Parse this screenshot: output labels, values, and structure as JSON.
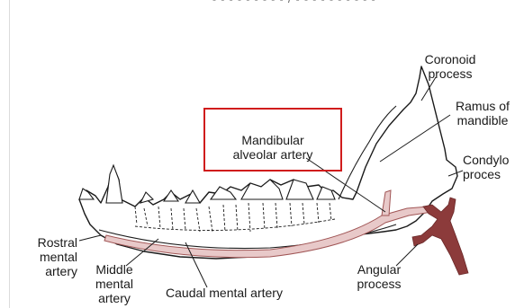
{
  "top_caption": "- - - - - - - - - / - - - - - - - - - -",
  "labels": {
    "coronoid": "Coronoid\nprocess",
    "ramus": "Ramus of\nmandible",
    "condyloid": "Condylo\nproces",
    "mandibular_alveolar": "Mandibular\nalveolar artery",
    "rostral_mental": "Rostral\nmental\nartery",
    "middle_mental": "Middle\nmental\nartery",
    "caudal_mental": "Caudal mental artery",
    "angular": "Angular\nprocess"
  },
  "colors": {
    "bone_outline": "#1a1a1a",
    "artery": "#e8c9c9",
    "artery_outline": "#a05555",
    "artery_dark": "#8c3b3b",
    "highlight": "#d01c1c"
  }
}
